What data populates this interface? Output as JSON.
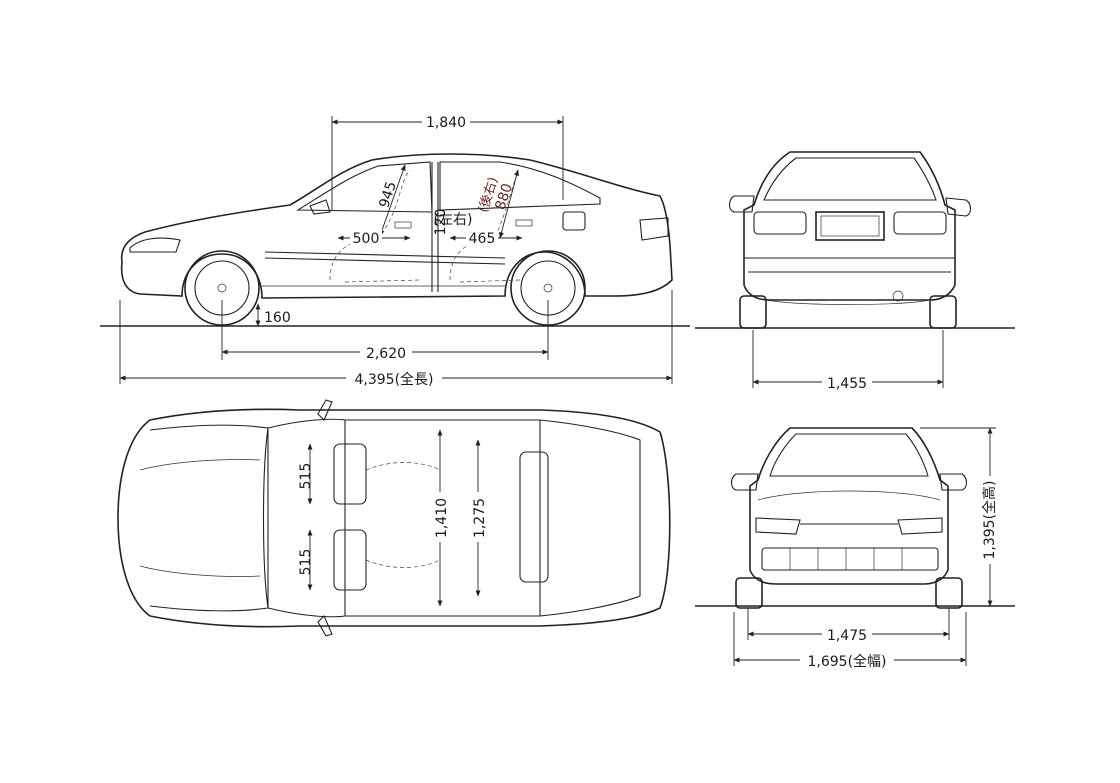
{
  "side_view": {
    "dims": {
      "roof_length": "1,840",
      "headroom_front": "945",
      "headroom_rear": "880",
      "rear_label": "(後右)",
      "front_pos_label": "(左右)",
      "legroom_front": "500",
      "legroom_center": "120",
      "legroom_rear": "465",
      "ground_clearance": "160",
      "wheelbase": "2,620",
      "overall_length": "4,395(全長)"
    }
  },
  "rear_view": {
    "dims": {
      "rear_track": "1,455"
    }
  },
  "top_view": {
    "dims": {
      "seat_width_front": "515",
      "seat_width_rear": "515",
      "shoulder_front": "1,410",
      "shoulder_rear": "1,275"
    }
  },
  "front_view": {
    "dims": {
      "front_track": "1,475",
      "overall_width": "1,695(全幅)",
      "overall_height": "1,395(全高)"
    }
  }
}
